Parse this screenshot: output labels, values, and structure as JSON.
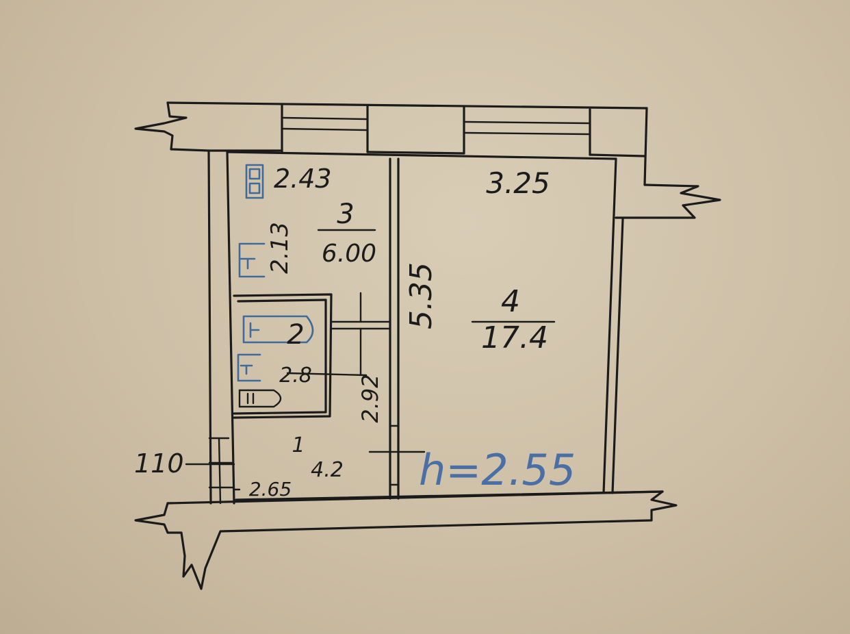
{
  "plan": {
    "rooms": [
      {
        "number": "1",
        "area": "4.2"
      },
      {
        "number": "2",
        "area": "2.8"
      },
      {
        "number": "3",
        "area": "6.00"
      },
      {
        "number": "4",
        "area": "17.4"
      }
    ],
    "dimensions": {
      "kitchen_width": "2.43",
      "kitchen_length": "2.13",
      "room_width": "3.25",
      "room_length": "5.35",
      "corridor_length": "2.92",
      "corridor_width": "2.65",
      "entrance": "110"
    },
    "ceiling_height": "h=2.55"
  },
  "colors": {
    "ink": "#1b1b1b",
    "blue_ink": "#4a6fa5",
    "paper": "#d4c7b0"
  }
}
